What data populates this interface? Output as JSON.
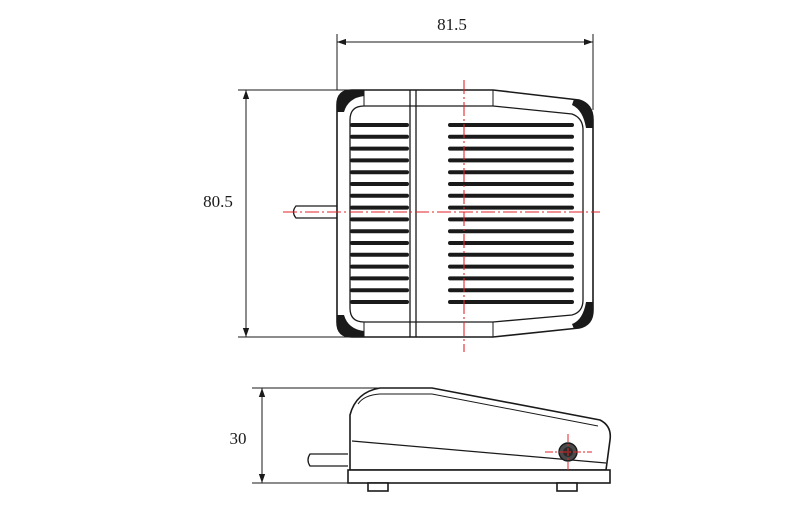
{
  "dimensions": {
    "width_label": "81.5",
    "height_label": "80.5",
    "side_height_label": "30"
  },
  "colors": {
    "line": "#1a1a1a",
    "centerline": "#e0262b",
    "background": "#ffffff"
  },
  "grille": {
    "left_slot_count": 16,
    "right_slot_count": 16
  }
}
